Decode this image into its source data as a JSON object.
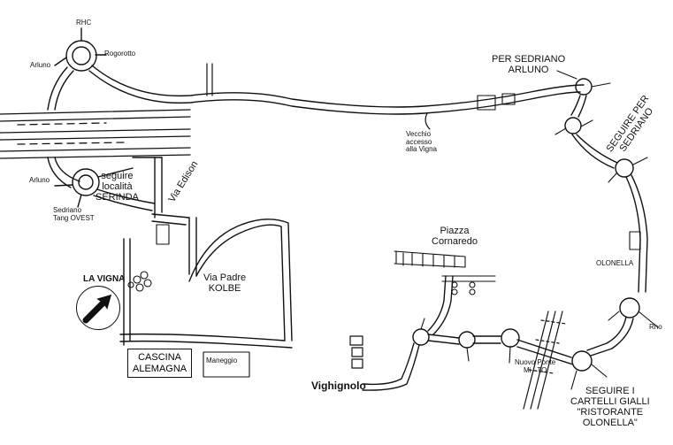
{
  "map": {
    "labels": {
      "rhc": "RHC",
      "arluno_top": "Arluno",
      "rogorotto": "Rogorotto",
      "per_sedriano_line1": "PER SEDRIANO",
      "per_sedriano_line2": "ARLUNO",
      "vecchio_line1": "Vecchio",
      "vecchio_line2": "accesso",
      "vecchio_line3": "alla Vigna",
      "seguire_per_line1": "SEGUIRE PER",
      "seguire_per_line2": "SEDRIANO",
      "arluno_mid": "Arluno",
      "sedriano_tang_line1": "Sedriano",
      "sedriano_tang_line2": "Tang OVEST",
      "seguire_serinda_line1": "seguire",
      "seguire_serinda_line2": "località",
      "seguire_serinda_line3": "SERINDA",
      "via_edison": "Via Edison",
      "piazza_line1": "Piazza",
      "piazza_line2": "Cornaredo",
      "olonella": "OLONELLA",
      "la_vigna": "LA VIGNA",
      "via_padre_line1": "Via Padre",
      "via_padre_line2": "KOLBE",
      "rho": "Rho",
      "cascina_line1": "CASCINA",
      "cascina_line2": "ALEMAGNA",
      "maneggio": "Maneggio",
      "vighignolo": "Vighignolo",
      "nuovo_ponte_line1": "Nuovo Ponte",
      "nuovo_ponte_line2": "Mi - TO",
      "cartelli_line1": "SEGUIRE I",
      "cartelli_line2": "CARTELLI GIALLI",
      "cartelli_line3": "\"RISTORANTE",
      "cartelli_line4": "OLONELLA\""
    },
    "icons": {
      "destination": "arrow-pointer-icon",
      "venue": "flower-icon"
    },
    "colors": {
      "ink": "#111111",
      "paper": "#ffffff"
    }
  }
}
